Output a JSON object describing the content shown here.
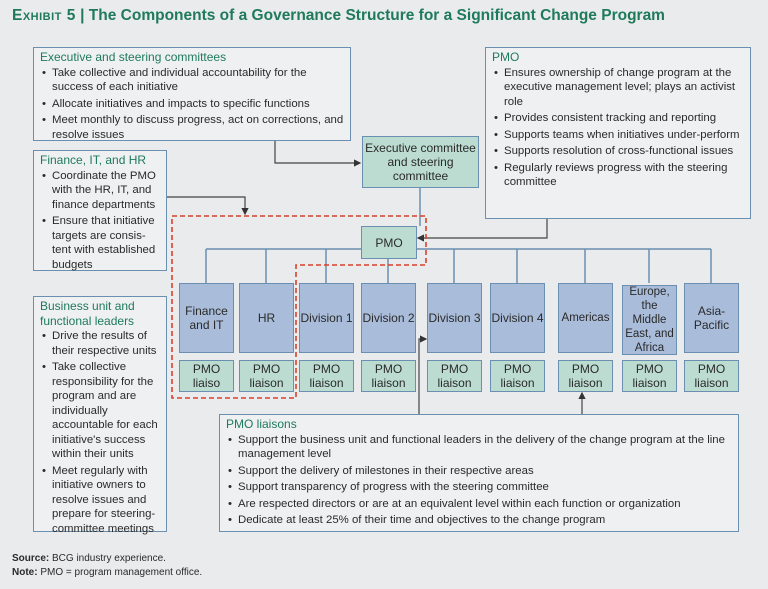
{
  "title": {
    "exhibit": "Exhibit 5",
    "separator": "|",
    "text": "The Components of a Governance Structure for a Significant Change Program"
  },
  "exec_box": {
    "heading": "Executive and steering committees",
    "items": [
      "Take collective and individual accountability for the success of each initiative",
      "Allocate initiatives and impacts to specific functions",
      "Meet monthly to discuss progress, act on corrections, and resolve issues"
    ]
  },
  "pmo_box": {
    "heading": "PMO",
    "items": [
      "Ensures ownership of change program at the executive management level; plays an activist role",
      "Provides consistent tracking and reporting",
      "Supports teams when initiatives under-perform",
      "Supports resolution of cross-functional issues",
      "Regularly reviews progress with the steering committee"
    ]
  },
  "finance_box": {
    "heading": "Finance, IT, and HR",
    "items": [
      "Coordinate the PMO with the HR, IT, and finance departments",
      "Ensure that initiative targets are consis-tent with established budgets"
    ]
  },
  "business_box": {
    "heading": "Business unit and functional leaders",
    "items": [
      "Drive the results of their respective units",
      "Take collective responsibility for the program and are individually accountable for each initiative's success within their units",
      "Meet regularly with initiative owners to resolve issues and prepare for steering-committee meetings"
    ]
  },
  "liaisons_box": {
    "heading": "PMO liaisons",
    "items": [
      "Support the business unit and functional leaders in the delivery of the change program at the line management level",
      "Support the delivery of milestones in their respective areas",
      "Support transparency of progress with the steering committee",
      "Are respected directors or are at an equivalent level within each function or organization",
      "Dedicate at least 25% of their time and objectives to the change program"
    ]
  },
  "org": {
    "exec_committee": "Executive committee and steering committee",
    "pmo": "PMO",
    "units": [
      "Finance and IT",
      "HR",
      "Division 1",
      "Division 2",
      "Division 3",
      "Division 4",
      "Americas",
      "Europe, the Middle East, and Africa",
      "Asia-Pacific"
    ],
    "liaisons": [
      "PMO liaiso",
      "PMO liaison",
      "PMO liaison",
      "PMO liaison",
      "PMO liaison",
      "PMO liaison",
      "PMO liaison",
      "PMO liaison",
      "PMO liaison"
    ]
  },
  "footer": {
    "source_label": "Source:",
    "source": "BCG industry experience.",
    "note_label": "Note:",
    "note": "PMO = program management office."
  },
  "colors": {
    "title": "#1f7a5a",
    "unit": "#a9bcda",
    "green": "#bcdcd2",
    "border": "#6b8fb0",
    "dashed": "#d9412b"
  }
}
